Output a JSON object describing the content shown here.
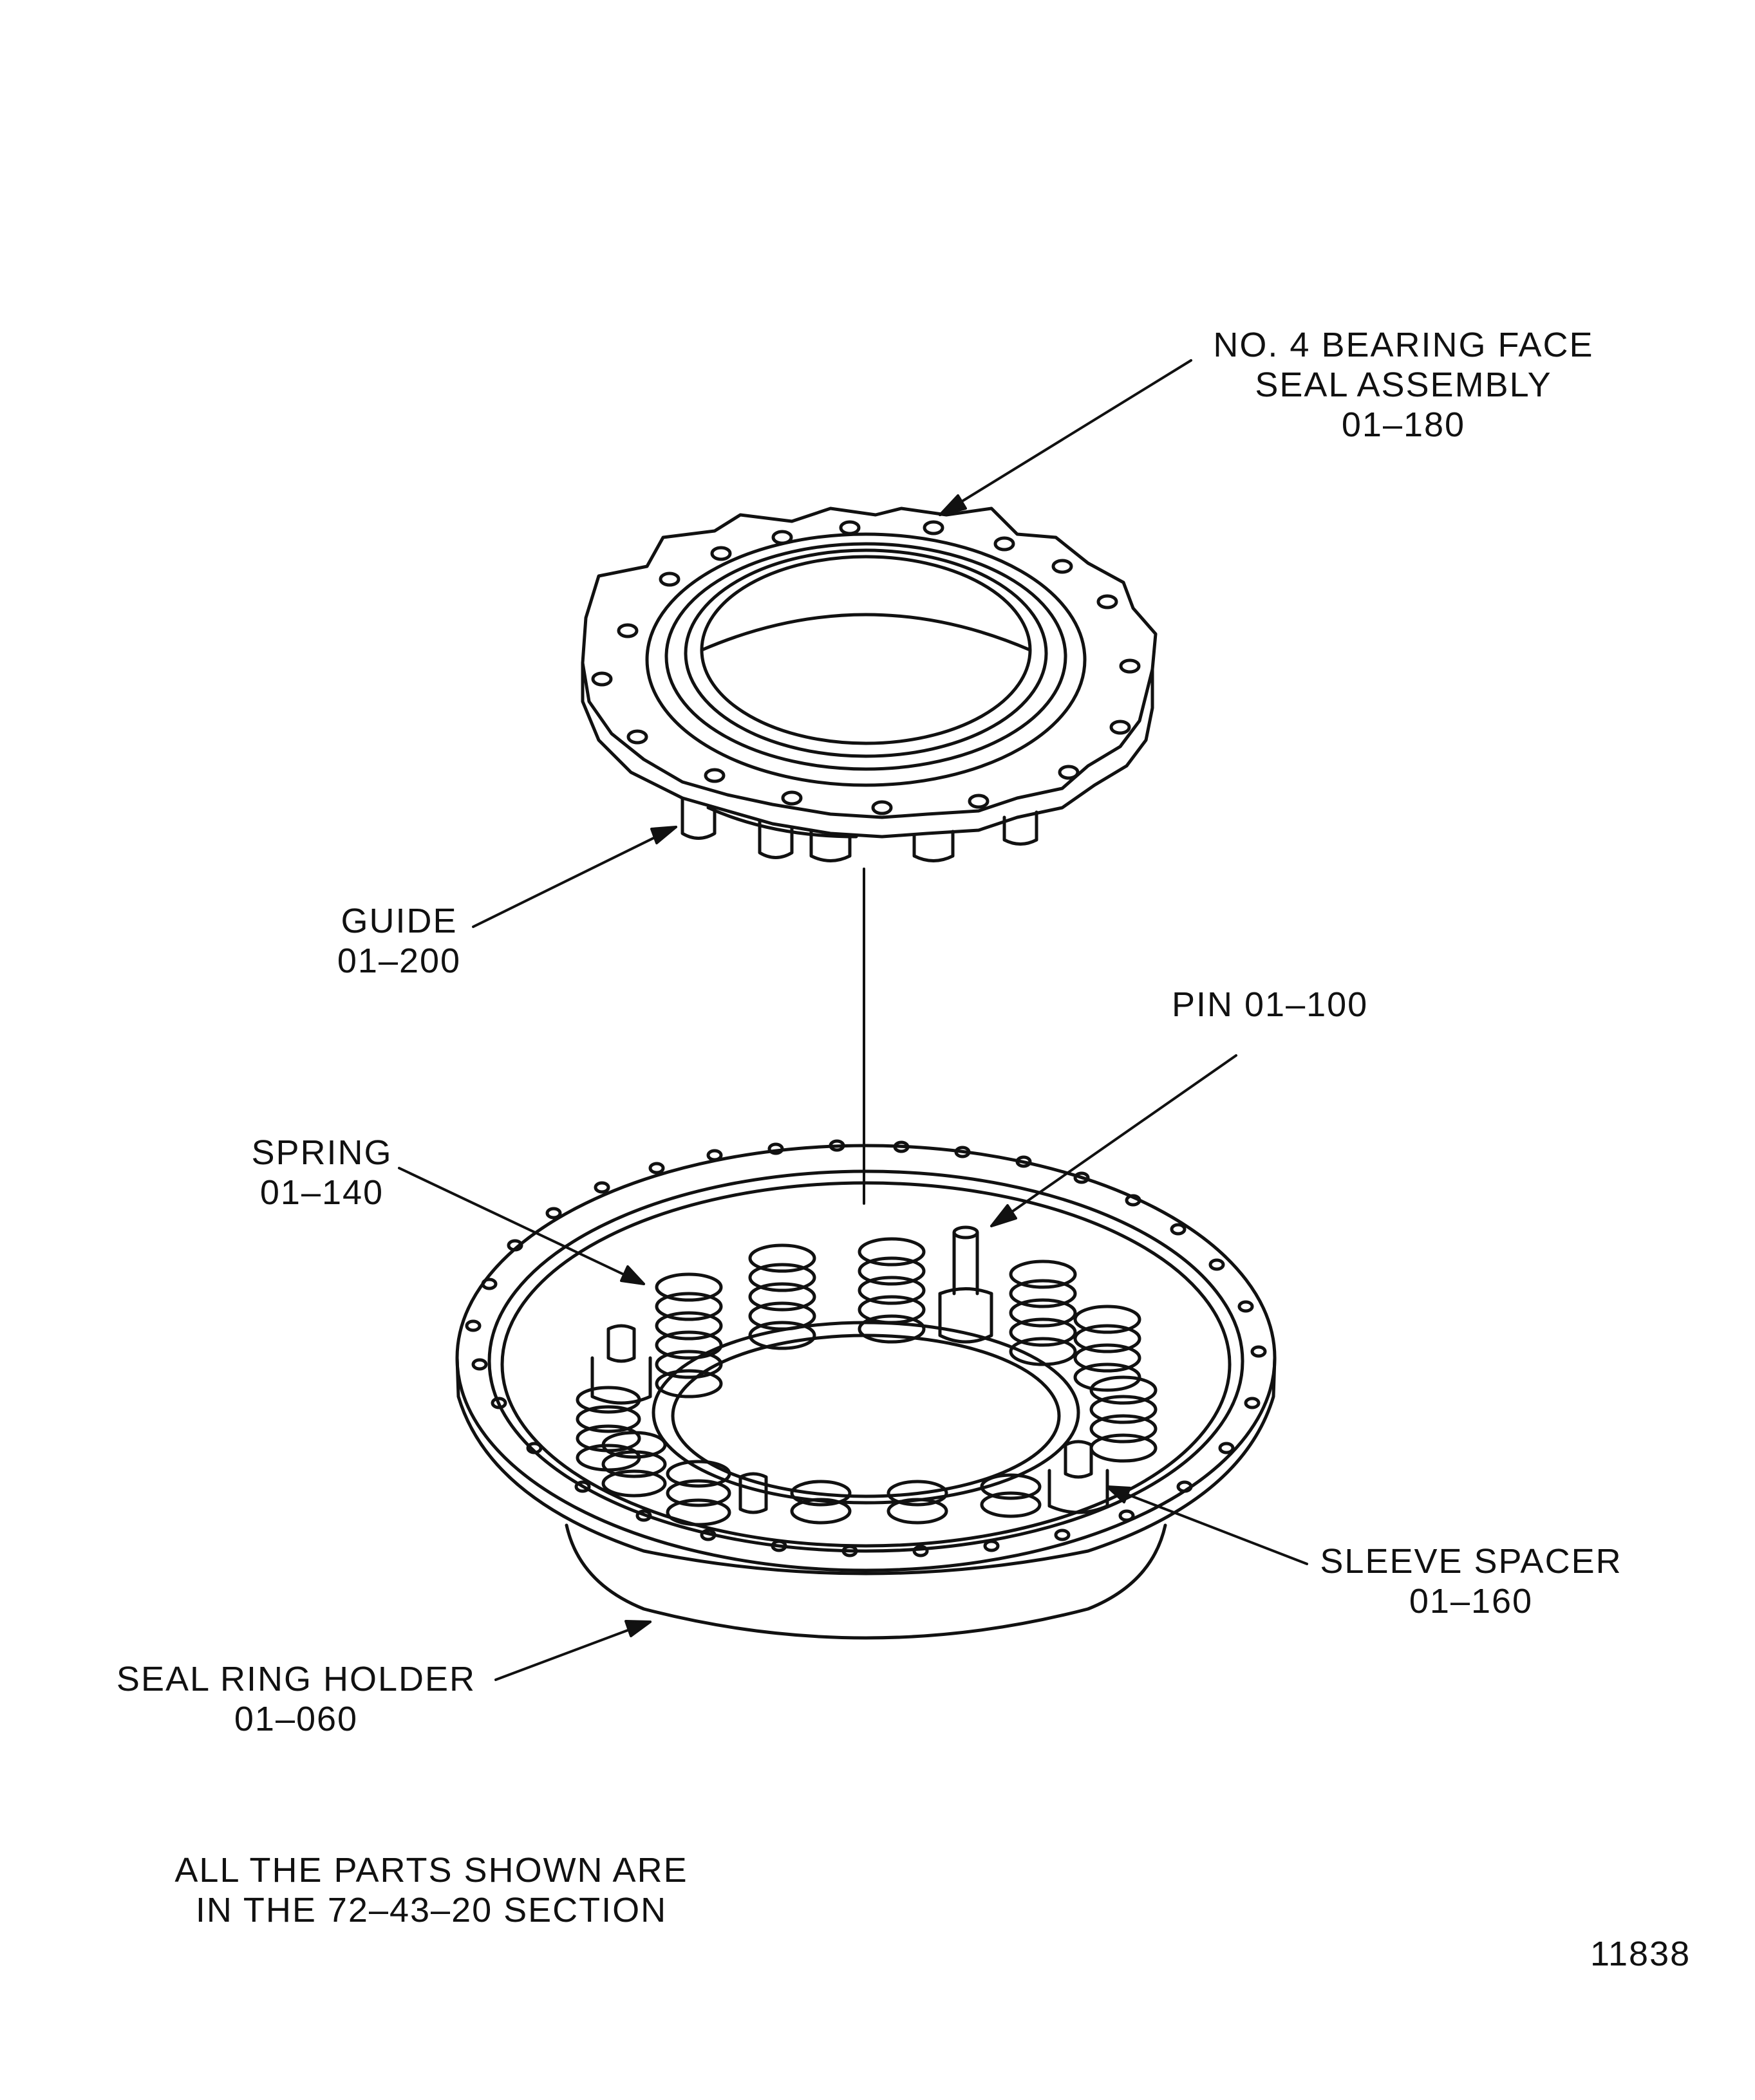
{
  "labels": {
    "face_seal": {
      "line1": "NO. 4 BEARING FACE",
      "line2": "SEAL ASSEMBLY",
      "line3": "01–180"
    },
    "guide": {
      "line1": "GUIDE",
      "line2": "01–200"
    },
    "pin": {
      "line1": "PIN 01–100"
    },
    "spring": {
      "line1": "SPRING",
      "line2": "01–140"
    },
    "sleeve_spacer": {
      "line1": "SLEEVE SPACER",
      "line2": "01–160"
    },
    "seal_ring_holder": {
      "line1": "SEAL RING HOLDER",
      "line2": "01–060"
    }
  },
  "note": {
    "line1": "ALL THE PARTS SHOWN ARE",
    "line2": "IN THE 72–43–20 SECTION"
  },
  "figure_number": "11838",
  "colors": {
    "ink": "#111111",
    "paper": "#ffffff"
  }
}
